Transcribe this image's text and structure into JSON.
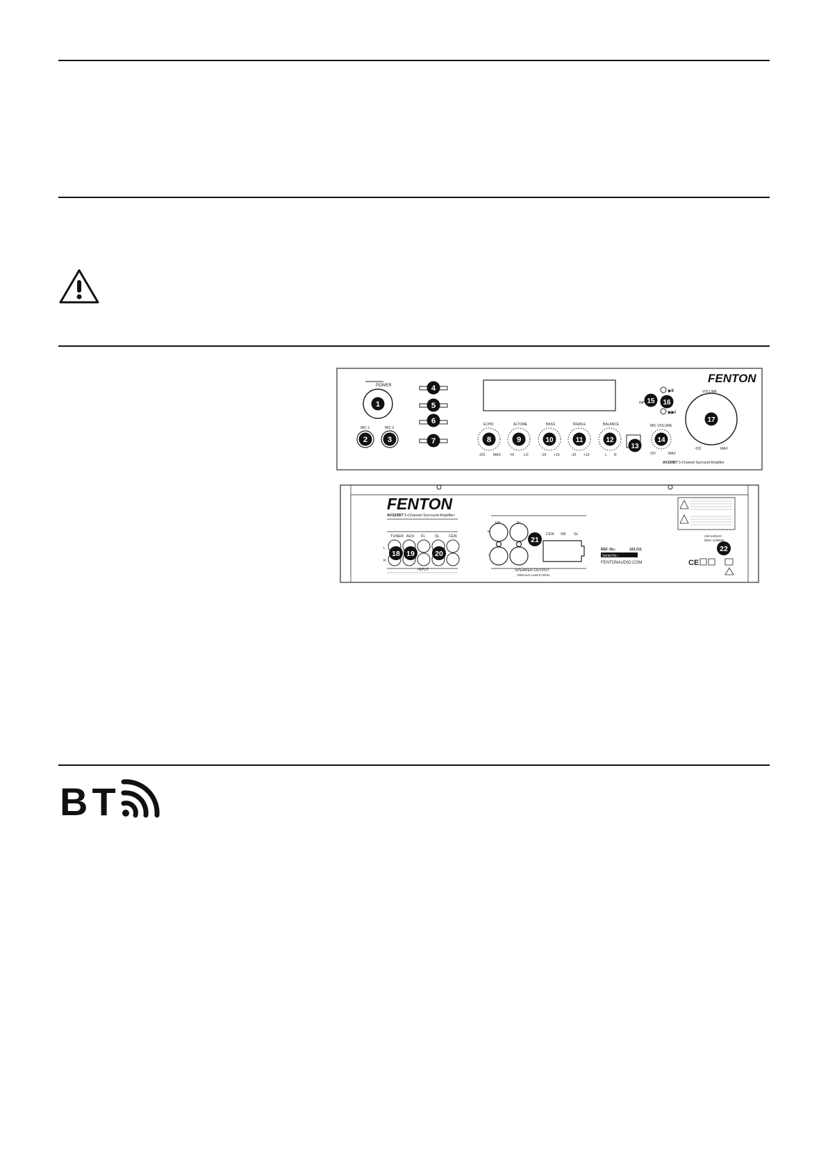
{
  "front_panel": {
    "brand": "FENTON",
    "power_label": "POWER",
    "mic1_label": "MIC 1",
    "mic2_label": "MIC 2",
    "knobs": [
      "ECHO",
      "ALTOME",
      "BASS",
      "TREBLE",
      "BALANCE"
    ],
    "knob_ranges": [
      [
        "-OO",
        "MAX"
      ],
      [
        "HI",
        "LO"
      ],
      [
        "-10",
        "+10"
      ],
      [
        "-10",
        "+10"
      ],
      [
        "L",
        "R"
      ]
    ],
    "input_label": "INPUT",
    "mic_volume_label": "MIC VOLUME",
    "mic_volume_range": [
      "OO",
      "MAX"
    ],
    "volume_label": "VOLUME",
    "volume_range": [
      "-OO",
      "MAX"
    ],
    "play_pause": "▶II",
    "skip": "▶▶I",
    "model": "AV320BT",
    "model_desc": "5-Channel Surround Amplifier",
    "callouts": [
      "1",
      "2",
      "3",
      "4",
      "5",
      "6",
      "7",
      "8",
      "9",
      "10",
      "11",
      "12",
      "13",
      "14",
      "15",
      "16",
      "17"
    ]
  },
  "rear_panel": {
    "brand": "FENTON",
    "model": "AV320BT",
    "model_desc": "5-Channel Surround Amplifier",
    "inputs": [
      "TUNER",
      "AUX",
      "FL",
      "SL",
      "CEN"
    ],
    "input_label": "INPUT",
    "channel_l": "L",
    "channel_r": "R",
    "speaker_front": [
      "FR",
      "FL"
    ],
    "speaker_rear": [
      "CEN",
      "SR",
      "SL"
    ],
    "plus": "+",
    "minus": "-",
    "speaker_output": "SPEAKER OUTPUT",
    "min_load": "Minimum Load 8 Ohms",
    "ref_label": "REF. No.:",
    "ref_value": "103.211",
    "serial_label": "Serial No.:",
    "website": "FENTONAUDIO.COM",
    "power_spec_1": "220-240VAC",
    "power_spec_2": "50Hz 120Watt",
    "ce": "CE",
    "callouts": [
      "18",
      "19",
      "20",
      "21",
      "22"
    ]
  },
  "colors": {
    "line": "#111111",
    "panel_stroke": "#555555",
    "callout_fill": "#111111",
    "callout_text": "#ffffff"
  },
  "icons": [
    "warning-triangle-icon",
    "bt-wireless-icon"
  ],
  "bt_logo_text": "BT"
}
